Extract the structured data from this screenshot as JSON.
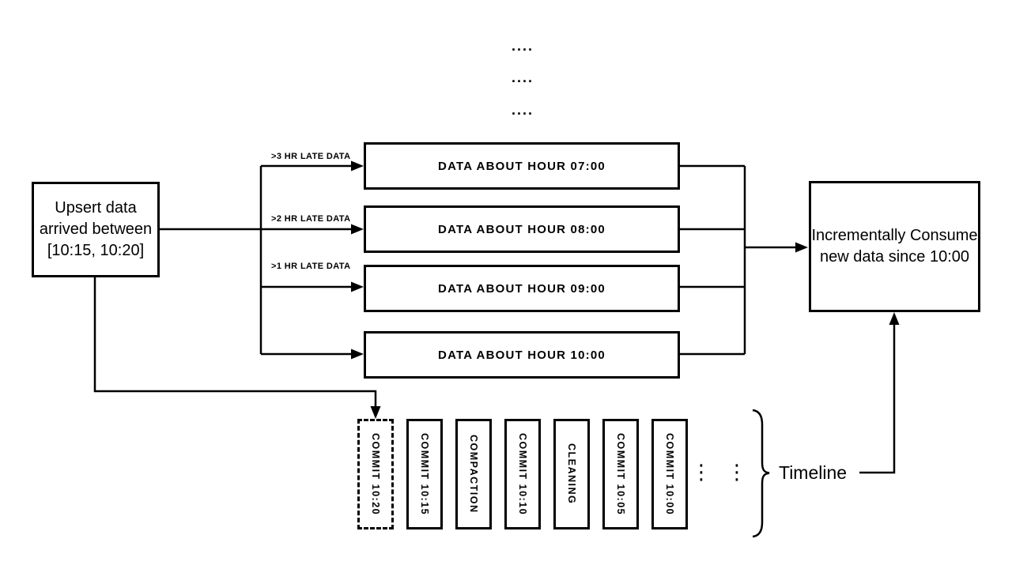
{
  "diagram": {
    "continuation_dots": {
      "rows": [
        "....",
        "....",
        "...."
      ]
    },
    "upsert_box": {
      "text": "Upsert data\narrived between\n[10:15, 10:20]"
    },
    "late_labels": [
      ">3 HR LATE DATA",
      ">2 HR LATE DATA",
      ">1 HR LATE DATA"
    ],
    "hour_boxes": [
      "DATA ABOUT HOUR 07:00",
      "DATA ABOUT HOUR 08:00",
      "DATA ABOUT HOUR 09:00",
      "DATA ABOUT HOUR 10:00"
    ],
    "consume_box": {
      "text": "Incrementally Consume\nnew data since 10:00"
    },
    "timeline": {
      "label": "Timeline",
      "instants": [
        {
          "label": "COMMIT 10:20",
          "style": "dashed"
        },
        {
          "label": "COMMIT 10:15",
          "style": "solid"
        },
        {
          "label": "COMPACTION",
          "style": "solid"
        },
        {
          "label": "COMMIT 10:10",
          "style": "solid"
        },
        {
          "label": "CLEANING",
          "style": "solid"
        },
        {
          "label": "COMMIT 10:05",
          "style": "solid"
        },
        {
          "label": "COMMIT 10:00",
          "style": "solid"
        }
      ],
      "ellipsis": [
        "⋮",
        "⋮"
      ]
    },
    "colors": {
      "ink": "#000000",
      "background": "#ffffff"
    }
  }
}
